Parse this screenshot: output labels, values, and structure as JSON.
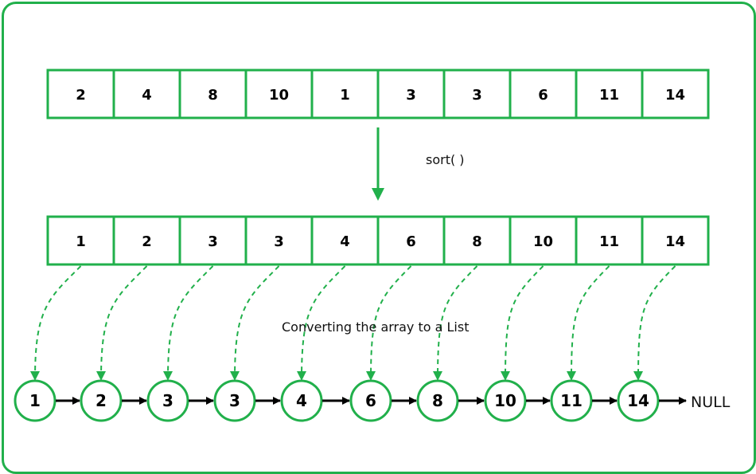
{
  "original_array": [
    "2",
    "4",
    "8",
    "10",
    "1",
    "3",
    "3",
    "6",
    "11",
    "14"
  ],
  "sort_label": "sort( )",
  "sorted_array": [
    "1",
    "2",
    "3",
    "3",
    "4",
    "6",
    "8",
    "10",
    "11",
    "14"
  ],
  "convert_label": "Converting the array to a List",
  "list_nodes": [
    "1",
    "2",
    "3",
    "3",
    "4",
    "6",
    "8",
    "10",
    "11",
    "14"
  ],
  "null_label": "NULL",
  "colors": {
    "accent": "#21b04b",
    "text": "#000000",
    "background": "#ffffff"
  }
}
